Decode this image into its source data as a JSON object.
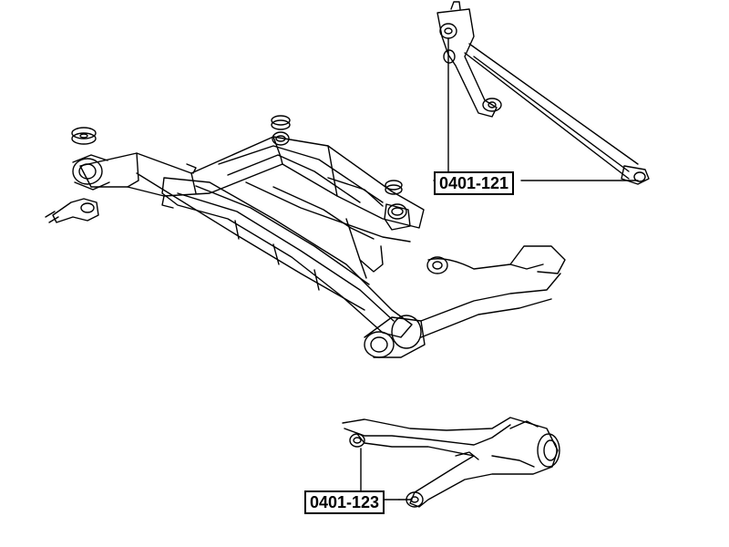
{
  "parts": [
    {
      "id": "p121",
      "number": "0401-121",
      "component": "rear-trailing-arm"
    },
    {
      "id": "p123",
      "number": "0401-123",
      "component": "rear-lower-control-arm"
    }
  ],
  "colors": {
    "line": "#000000",
    "background": "#ffffff"
  }
}
